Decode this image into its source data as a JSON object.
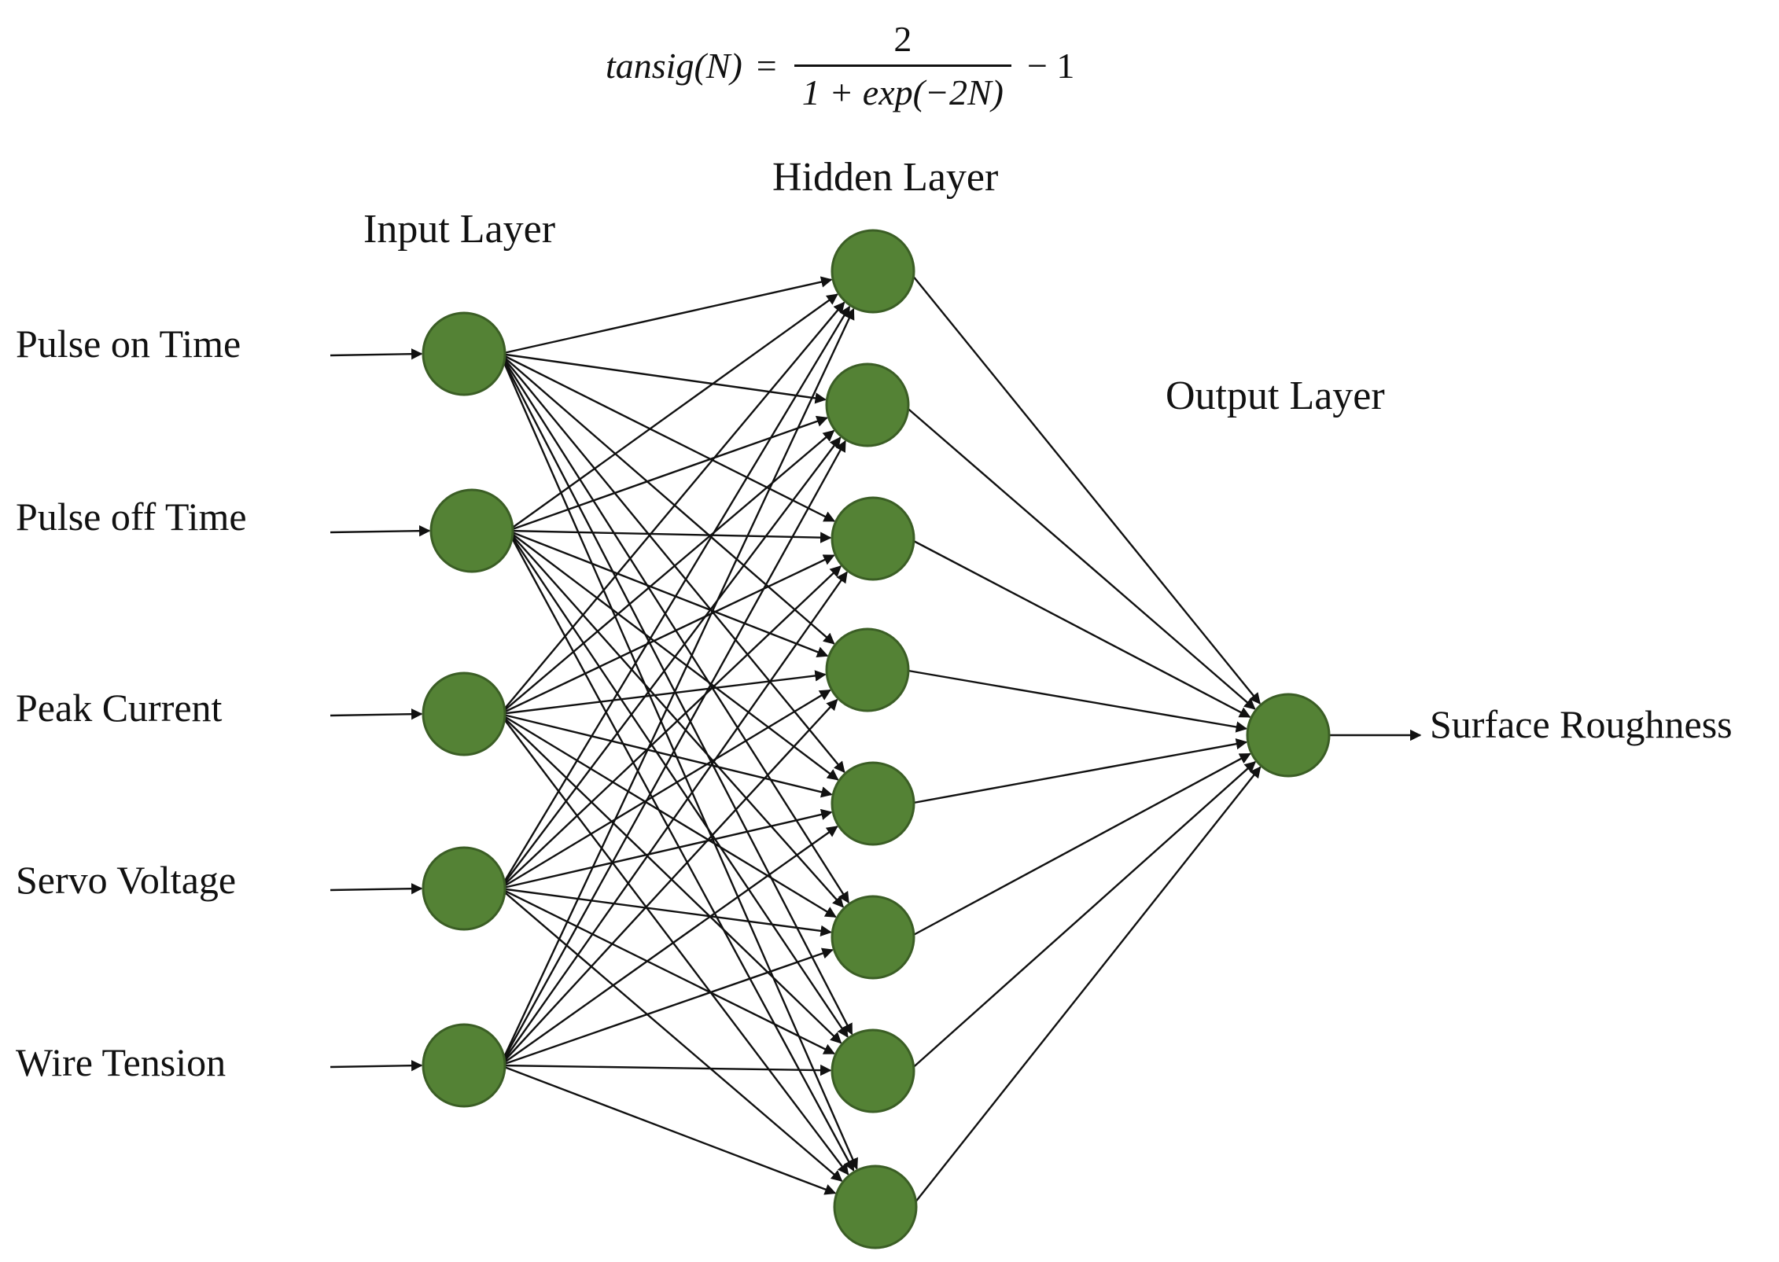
{
  "formula": {
    "lhs": "tansig(N)",
    "equals": "=",
    "numerator": "2",
    "denominator": "1 + exp(−2N)",
    "tail": "− 1"
  },
  "layers": {
    "input_title": "Input Layer",
    "hidden_title": "Hidden Layer",
    "output_title": "Output Layer"
  },
  "inputs": [
    "Pulse on Time",
    "Pulse off Time",
    "Peak Current",
    "Servo Voltage",
    "Wire Tension"
  ],
  "hidden_count": 8,
  "output": "Surface Roughness",
  "colors": {
    "node_fill": "#548235",
    "node_stroke": "#3b5e25",
    "line": "#111111"
  }
}
